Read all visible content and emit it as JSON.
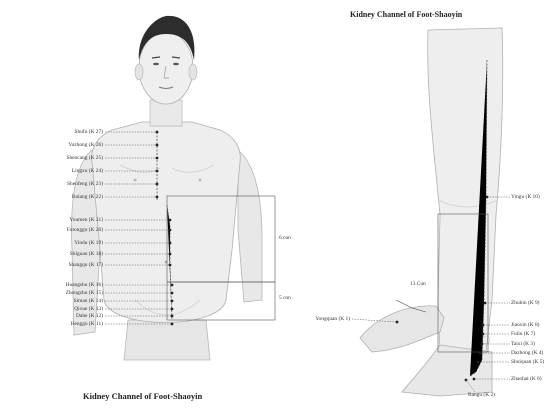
{
  "titles": {
    "top_right": "Kidney Channel of Foot-Shaoyin",
    "bottom_left": "Kidney Channel of Foot-Shaoyin"
  },
  "torso_points": [
    "Shufu (K 27)",
    "Yuzhong (K 26)",
    "Shencang (K 25)",
    "Lingxu (K 24)",
    "Shenfeng (K 23)",
    "Bulang (K 22)",
    "Youmen (K 21)",
    "Futonggu (K 20)",
    "Yindu (K 19)",
    "Shiguan (K 18)",
    "Shangqu (K 17)",
    "Huangshu (K 16)",
    "Zhongzhu (K 15)",
    "Siman (K 14)",
    "Qixue (K 13)",
    "Dahe (K 12)",
    "Henggu (K 11)"
  ],
  "torso_measures": [
    "6 cun",
    "5 cun"
  ],
  "leg": {
    "measure": "13 Cun",
    "right_points": [
      "Yingu (K 10)",
      "Zhubin (K 9)",
      "Jiaoxin (K 8)",
      "Fuliu (K 7)",
      "Taixi (K 3)",
      "Dazhong (K 4)",
      "Shuiquan (K 5)",
      "Zhaohai (K 6)",
      "Rangu (K 2)"
    ],
    "left_points": [
      "Yongquan (K 1)"
    ]
  }
}
